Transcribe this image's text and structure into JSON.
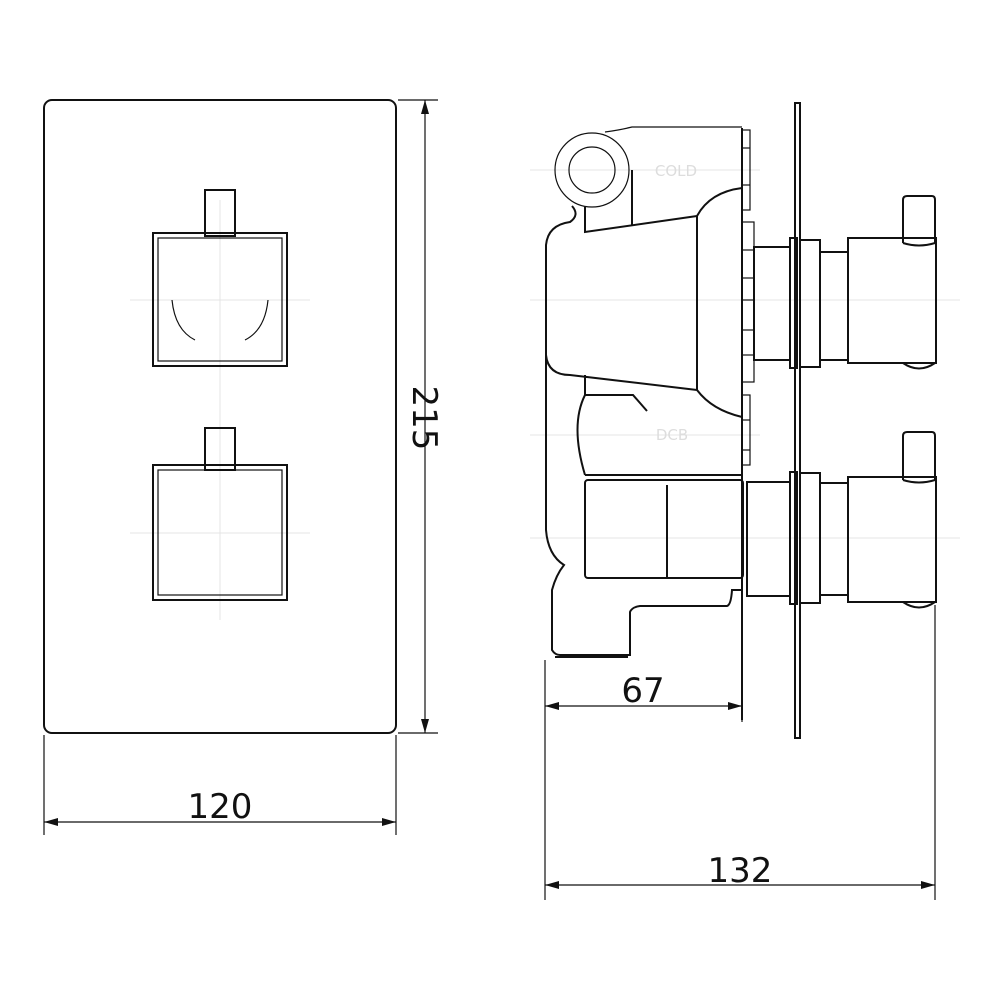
{
  "dimensions": {
    "plate_width": "120",
    "plate_height": "215",
    "body_depth": "67",
    "total_depth": "132"
  },
  "labels": {
    "upper_port": "COLD",
    "lower_port": "DCB"
  }
}
